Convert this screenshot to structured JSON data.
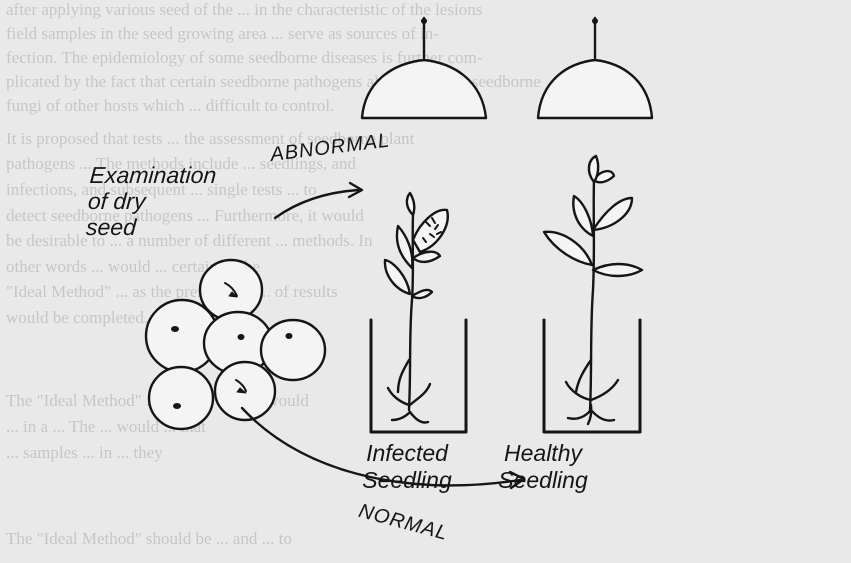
{
  "background_text": {
    "lines": [
      "after applying various seed of the ... in the characteristic of the lesions",
      "field samples in the seed growing area ... serve as sources of in-",
      "fection. The epidemiology of some seedborne diseases is further com-",
      "plicated by the fact that certain seedborne pathogens also spread the seedborne",
      "fungi of other hosts which ... difficult to control.",
      "It is proposed that tests ... the assessment of seedborne plant",
      "pathogens ... The methods include ... seedlings, and",
      "infections, and subsequent ... single tests ... to",
      "detect seedborne pathogens ... Furthermore, it would",
      "be desirable to ... a number of different ... methods. In",
      "other words ... would ... certain ... the",
      "\"Ideal Method\" ... as the presence of ... of results",
      "would be completed.",
      "The \"Ideal Method\" ... that the results would",
      "... in a ... The ... would ... that",
      "... samples ... in ... they",
      "The \"Ideal Method\" should be ... and ... to"
    ]
  },
  "labels": {
    "examination_line1": "Examination",
    "examination_line2": "of dry",
    "examination_line3": "seed",
    "abnormal": "ABNORMAL",
    "normal": "NORMAL",
    "infected_line1": "Infected",
    "infected_line2": "Seedling",
    "healthy_line1": "Healthy",
    "healthy_line2": "Seedling"
  },
  "colors": {
    "ink": "#151515",
    "paper": "#e9e9e9",
    "bleed_text": "#c6c6c6"
  }
}
